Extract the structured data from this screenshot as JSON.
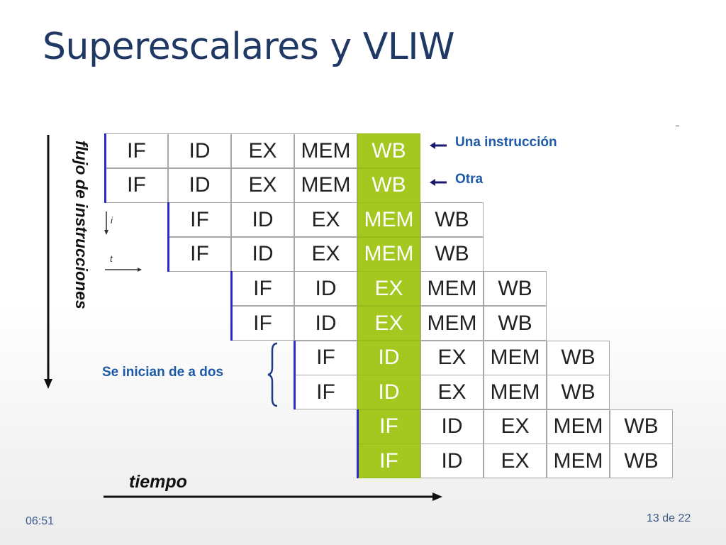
{
  "slide": {
    "title": "Superescalares y VLIW",
    "axis_vertical_label": "flujo de instrucciones",
    "axis_horizontal_label": "tiempo",
    "annotations": {
      "una_instruccion": "Una instrucción",
      "otra": "Otra",
      "se_inician": "Se inician de a dos"
    },
    "mini_labels": {
      "i": "i",
      "t": "t"
    },
    "footer": {
      "time": "06:51",
      "page": "13 de 22"
    },
    "highlight_color": "#a4c81f",
    "title_color": "#1f3864",
    "annotation_color": "#1f5aa8"
  },
  "pipeline": {
    "rows": [
      [
        "IF",
        "ID",
        "EX",
        "MEM",
        "WB"
      ],
      [
        "IF",
        "ID",
        "EX",
        "MEM",
        "WB"
      ],
      [
        "IF",
        "ID",
        "EX",
        "MEM",
        "WB"
      ],
      [
        "IF",
        "ID",
        "EX",
        "MEM",
        "WB"
      ],
      [
        "IF",
        "ID",
        "EX",
        "MEM",
        "WB"
      ],
      [
        "IF",
        "ID",
        "EX",
        "MEM",
        "WB"
      ],
      [
        "IF",
        "ID",
        "EX",
        "MEM",
        "WB"
      ],
      [
        "IF",
        "ID",
        "EX",
        "MEM",
        "WB"
      ],
      [
        "IF",
        "ID",
        "EX",
        "MEM",
        "WB"
      ],
      [
        "IF",
        "ID",
        "EX",
        "MEM",
        "WB"
      ]
    ],
    "issue_width": 2,
    "highlighted_cycle": 5
  }
}
